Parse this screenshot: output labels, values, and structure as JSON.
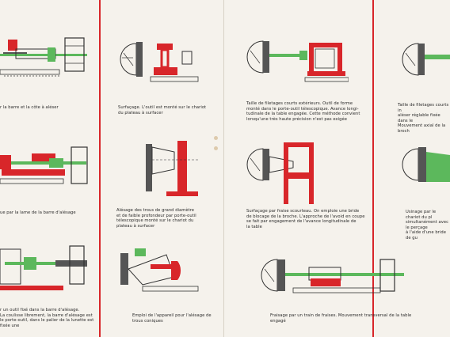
{
  "captions": [
    {
      "text": "r la barre et la côte à aléser"
    },
    {
      "text": "Surfaçage. L'outil est monté sur le chariot\ndu plateau à surfacer"
    },
    {
      "text": "Taille de filetages courts extérieurs. Outil de forme\nmonté dans le porte-outil télescopique. Avance longi-\ntudinale de la table engagée. Cette méthode convient\nlorsqu'une très haute précision n'est pas exigée"
    },
    {
      "text": "Taille de filetages courts in\naléser réglable fixée dans le\nMouvement axial de la broch"
    },
    {
      "text": "ue par la lame de la barre d'alésage"
    },
    {
      "text": "Alésage des trous de grand diamètre\net de faible profondeur par porte-outil\ntélescopique monté sur le chariot du\nplateau à surfacer"
    },
    {
      "text": "Surfaçage par fraise scourteau. On emploie une bride\nde blocage de la broche. L'approche de l'avoid en coupe\nse fait par engagement de l'avance longitudinale de\nla table"
    },
    {
      "text": "Usinage par le chariot du pl\nsimultanément avec le perçage\nà l'aide d'une bride de gu"
    },
    {
      "text": "r un outil fixé dans la barre d'alésage.\nLa coulisse librement, la barre d'alésage est\nle porte-outil, dans le palier de la lunette est fixée une"
    },
    {
      "text": "Emploi de l'appareil pour l'alésage de\ntrous coniques"
    },
    {
      "text": "Fraisage par un train de fraises. Mouvement transversal de la table\nengagé"
    }
  ],
  "colors": {
    "accent_red": "#d8262a",
    "machine_green": "#5cb85c",
    "ink": "#2a2a2a",
    "paper": "#f5f2ec"
  }
}
